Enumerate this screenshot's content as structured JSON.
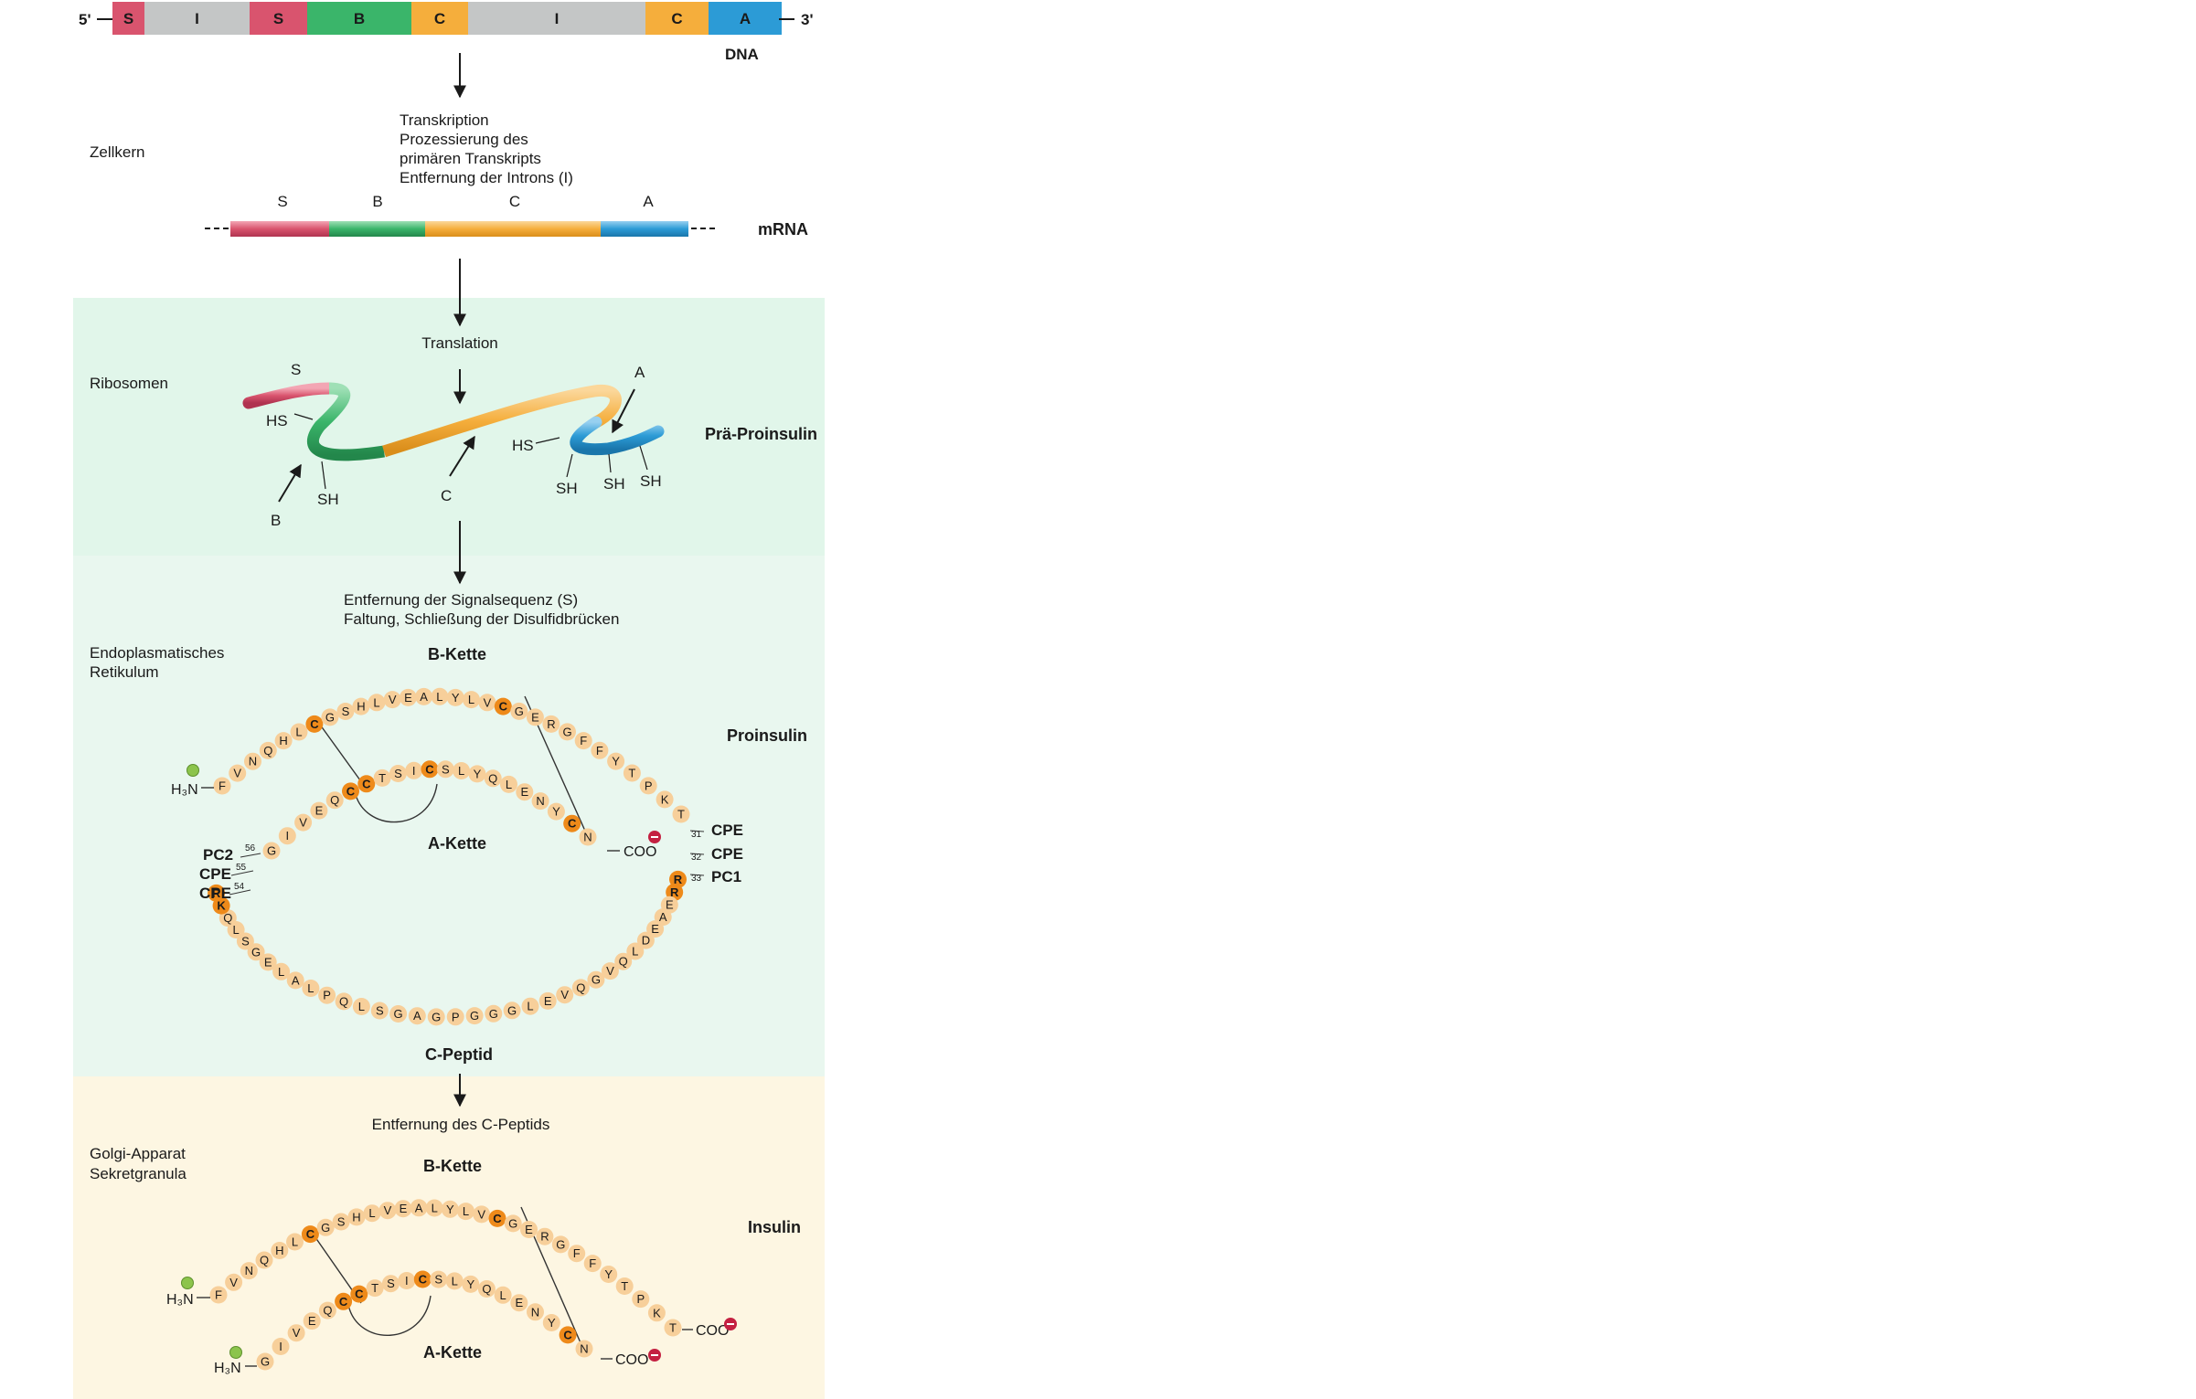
{
  "colors": {
    "signal": "#d9546e",
    "intron": "#c4c6c6",
    "b_chain": "#3ab56a",
    "c_peptide": "#f5ae3c",
    "a_chain": "#2c9bd6",
    "zone_ribosome": "#e1f6ea",
    "zone_er": "#e9f7ef",
    "zone_golgi": "#fdf6e2",
    "residue": "#f7cf9a",
    "residue_cys": "#ee8a1a",
    "amino_terminus": "#8cc44c",
    "carboxy_terminus": "#c42041"
  },
  "dna": {
    "end5": "5'",
    "end3": "3'",
    "label": "DNA",
    "segments": [
      "S",
      "I",
      "S",
      "B",
      "C",
      "I",
      "C",
      "A"
    ]
  },
  "steps": {
    "transcription": [
      "Transkription",
      "Prozessierung des",
      "primären Transkripts",
      "Entfernung der Introns (I)"
    ],
    "translation": "Translation",
    "signal_removal": [
      "Entfernung der Signalsequenz (S)",
      "Faltung, Schließung der Disulfidbrücken"
    ],
    "c_removal": "Entfernung des C-Peptids"
  },
  "compartments": {
    "nucleus": "Zellkern",
    "ribosomes": "Ribosomen",
    "er": [
      "Endoplasmatisches",
      "Retikulum"
    ],
    "golgi": [
      "Golgi-Apparat",
      "Sekretgranula"
    ]
  },
  "mrna": {
    "label": "mRNA",
    "segments": [
      "S",
      "B",
      "C",
      "A"
    ]
  },
  "preproinsulin": {
    "label": "Prä-Proinsulin",
    "S": "S",
    "A": "A",
    "B": "B",
    "C": "C",
    "HS": "HS",
    "SH": "SH"
  },
  "proinsulin": {
    "label": "Proinsulin",
    "b_chain": "B-Kette",
    "a_chain": "A-Kette",
    "c_peptide": "C-Peptid",
    "h3n": "H₃N",
    "coo": "COO",
    "cleavage_left": [
      {
        "enzyme": "PC2",
        "pos": "56"
      },
      {
        "enzyme": "CPE",
        "pos": "55"
      },
      {
        "enzyme": "CPE",
        "pos": "54"
      }
    ],
    "cleavage_right": [
      {
        "pos": "31",
        "enzyme": "CPE"
      },
      {
        "pos": "32",
        "enzyme": "CPE"
      },
      {
        "pos": "33",
        "enzyme": "PC1"
      }
    ]
  },
  "insulin": {
    "label": "Insulin",
    "b_chain": "B-Kette",
    "a_chain": "A-Kette",
    "h3n": "H₃N",
    "coo": "COO"
  },
  "sequences": {
    "b_chain": "FVNQHLCGSHLVEALYLVCGERGFFYTPKT",
    "a_chain": "GIVEQCCTSICSLYQLENYCN",
    "c_peptide": "RREAEDLQVGQVELGGGPGAGSLQPLALEGSLQKR"
  }
}
